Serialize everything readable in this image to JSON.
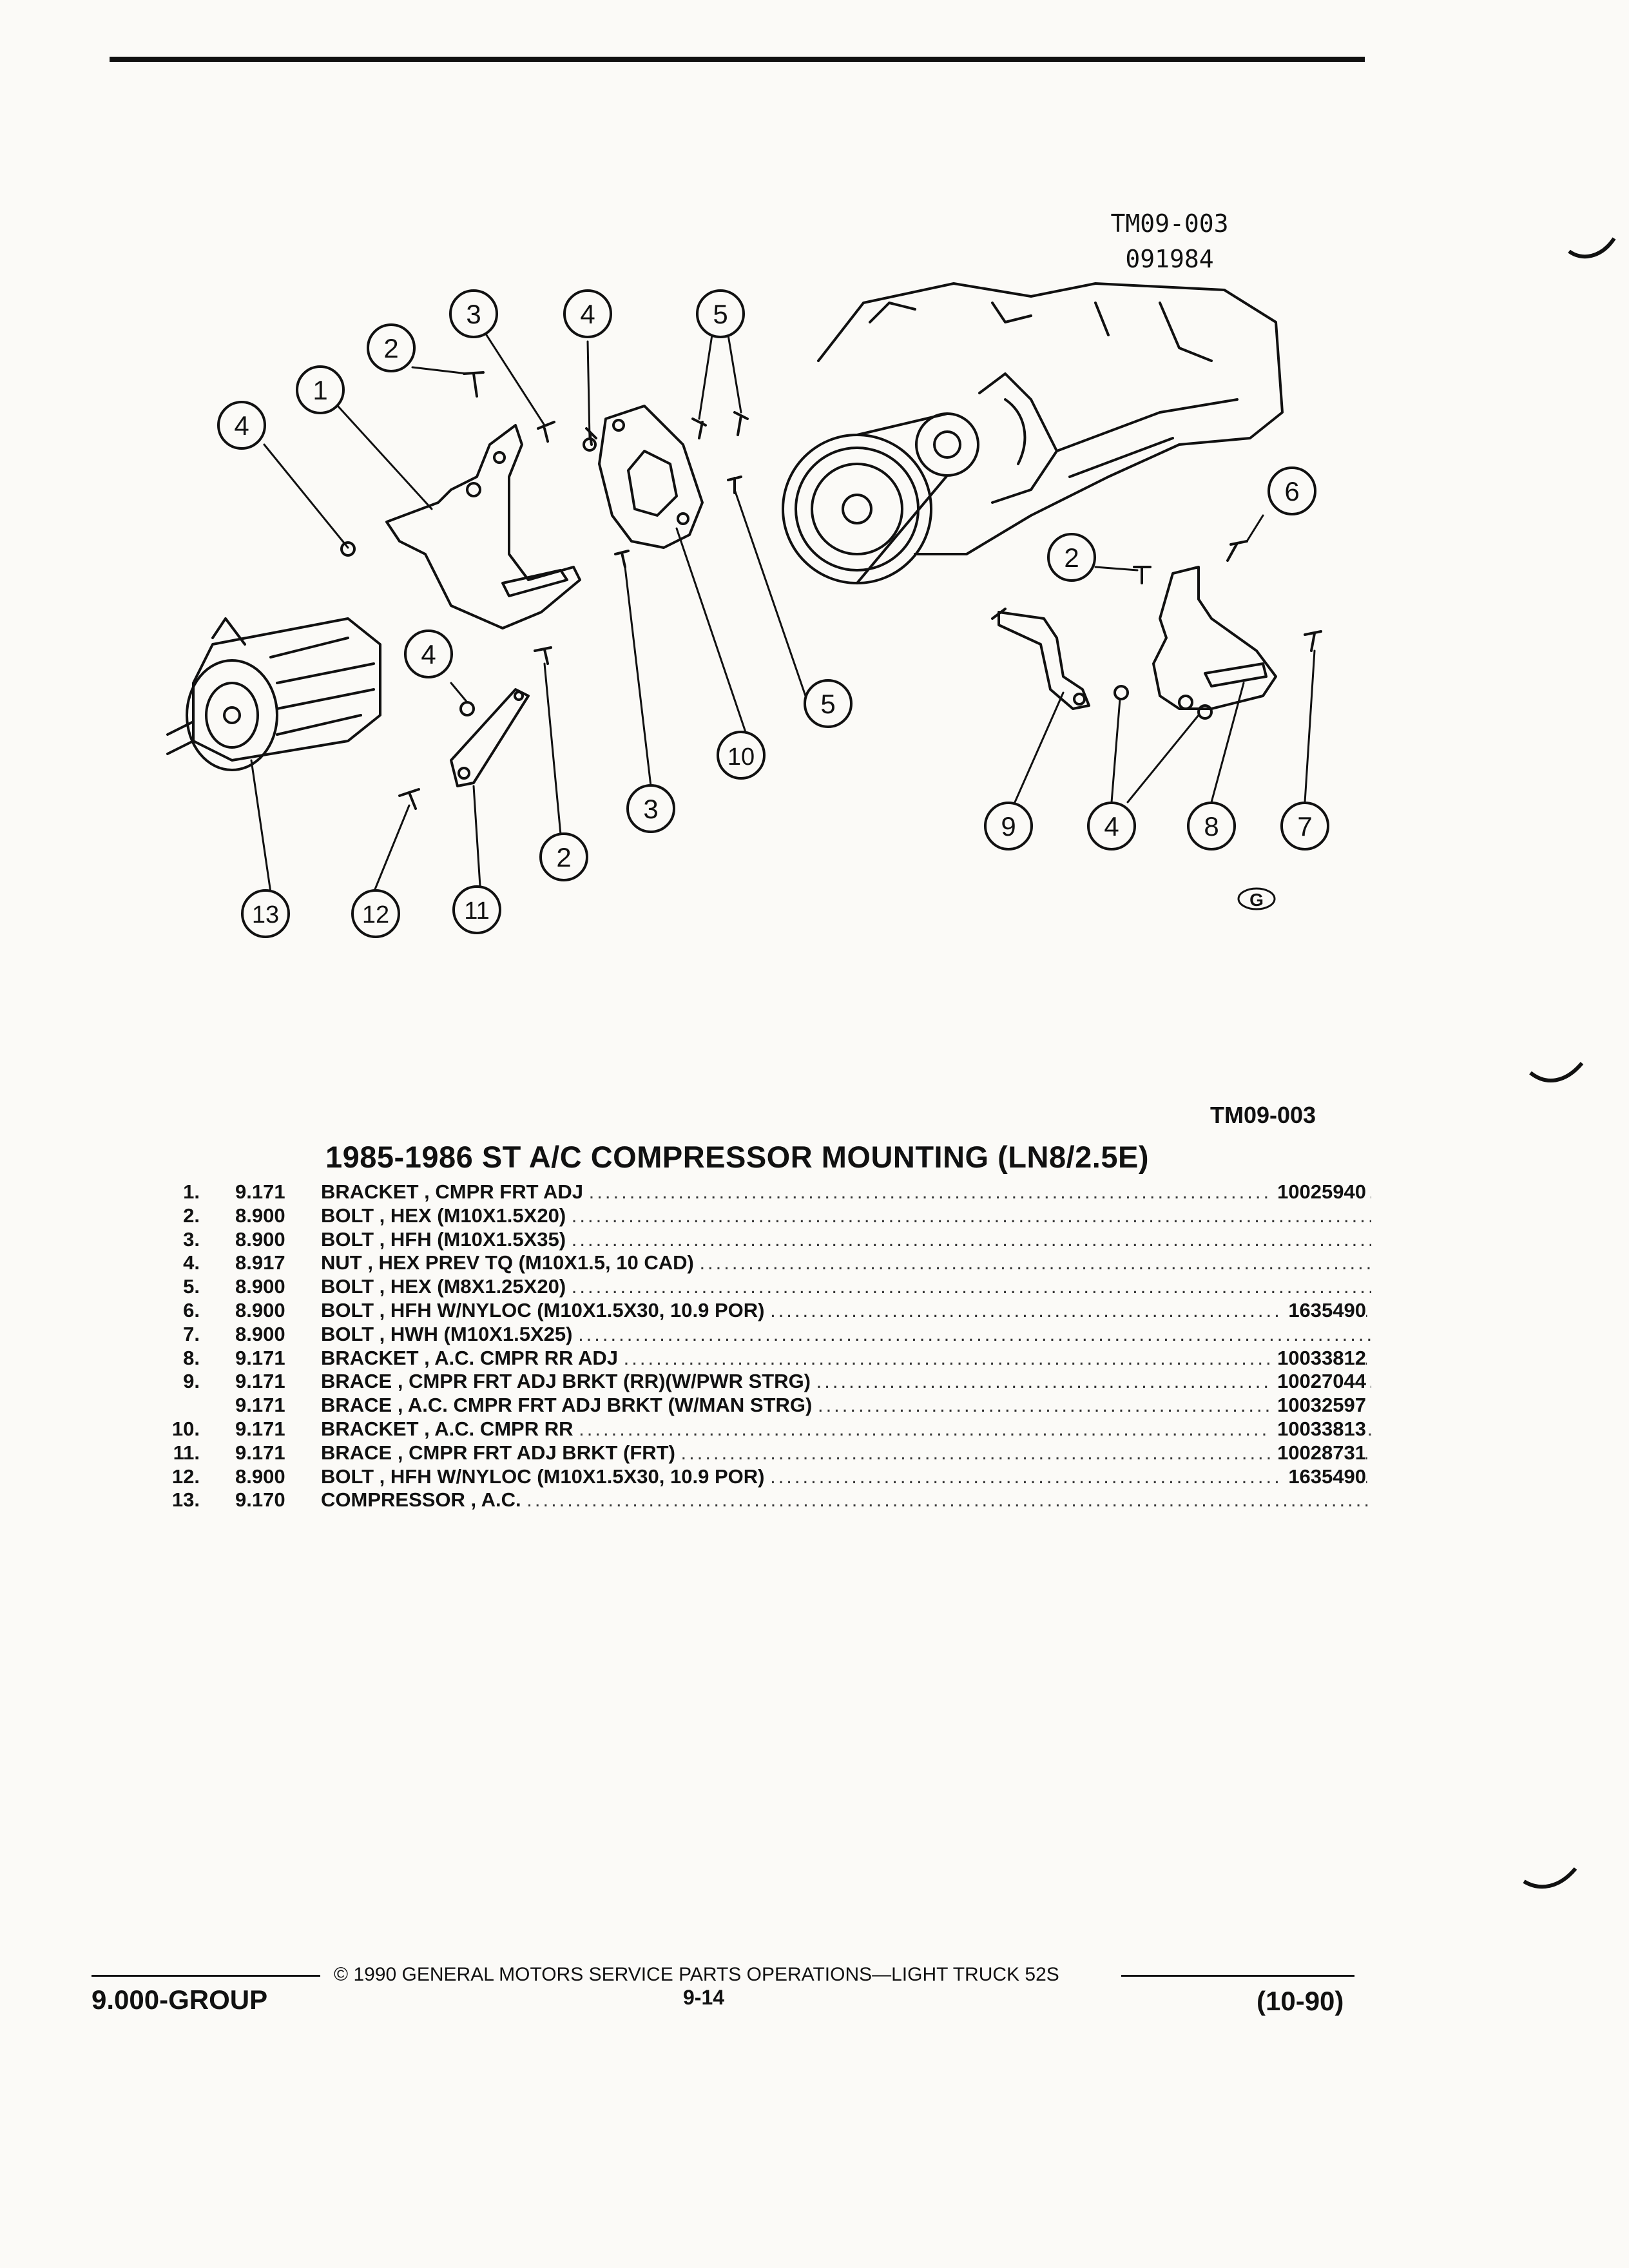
{
  "figure": {
    "id": "TM09-003",
    "date_code": "091984",
    "ref": "TM09-003",
    "g_mark": "G"
  },
  "title": "1985-1986 ST A/C COMPRESSOR MOUNTING (LN8/2.5E)",
  "callouts": [
    "1",
    "2",
    "3",
    "4",
    "5",
    "6",
    "7",
    "8",
    "9",
    "10",
    "11",
    "12",
    "13"
  ],
  "parts": [
    {
      "num": "1.",
      "group": "9.171",
      "desc": "BRACKET , CMPR FRT ADJ",
      "pn": "10025940"
    },
    {
      "num": "2.",
      "group": "8.900",
      "desc": "BOLT , HEX (M10X1.5X20)",
      "pn": ""
    },
    {
      "num": "3.",
      "group": "8.900",
      "desc": "BOLT , HFH (M10X1.5X35)",
      "pn": ""
    },
    {
      "num": "4.",
      "group": "8.917",
      "desc": "NUT , HEX PREV TQ (M10X1.5, 10 CAD)",
      "pn": ""
    },
    {
      "num": "5.",
      "group": "8.900",
      "desc": "BOLT , HEX (M8X1.25X20)",
      "pn": ""
    },
    {
      "num": "6.",
      "group": "8.900",
      "desc": "BOLT , HFH W/NYLOC (M10X1.5X30, 10.9 POR)",
      "pn": "1635490"
    },
    {
      "num": "7.",
      "group": "8.900",
      "desc": "BOLT , HWH (M10X1.5X25)",
      "pn": ""
    },
    {
      "num": "8.",
      "group": "9.171",
      "desc": "BRACKET , A.C. CMPR RR ADJ",
      "pn": "10033812"
    },
    {
      "num": "9.",
      "group": "9.171",
      "desc": "BRACE , CMPR FRT ADJ BRKT (RR)(W/PWR STRG)",
      "pn": "10027044"
    },
    {
      "num": "",
      "group": "9.171",
      "desc": "BRACE , A.C. CMPR FRT ADJ BRKT (W/MAN STRG)",
      "pn": "10032597"
    },
    {
      "num": "10.",
      "group": "9.171",
      "desc": "BRACKET , A.C. CMPR RR",
      "pn": "10033813"
    },
    {
      "num": "11.",
      "group": "9.171",
      "desc": "BRACE , CMPR FRT ADJ BRKT (FRT)",
      "pn": "10028731"
    },
    {
      "num": "12.",
      "group": "8.900",
      "desc": "BOLT , HFH W/NYLOC (M10X1.5X30, 10.9 POR)",
      "pn": "1635490"
    },
    {
      "num": "13.",
      "group": "9.170",
      "desc": "COMPRESSOR , A.C.",
      "pn": ""
    }
  ],
  "footer": {
    "group": "9.000-GROUP",
    "copyright": "© 1990 GENERAL MOTORS SERVICE PARTS OPERATIONS—LIGHT TRUCK 52S",
    "page": "9-14",
    "date": "(10-90)"
  }
}
